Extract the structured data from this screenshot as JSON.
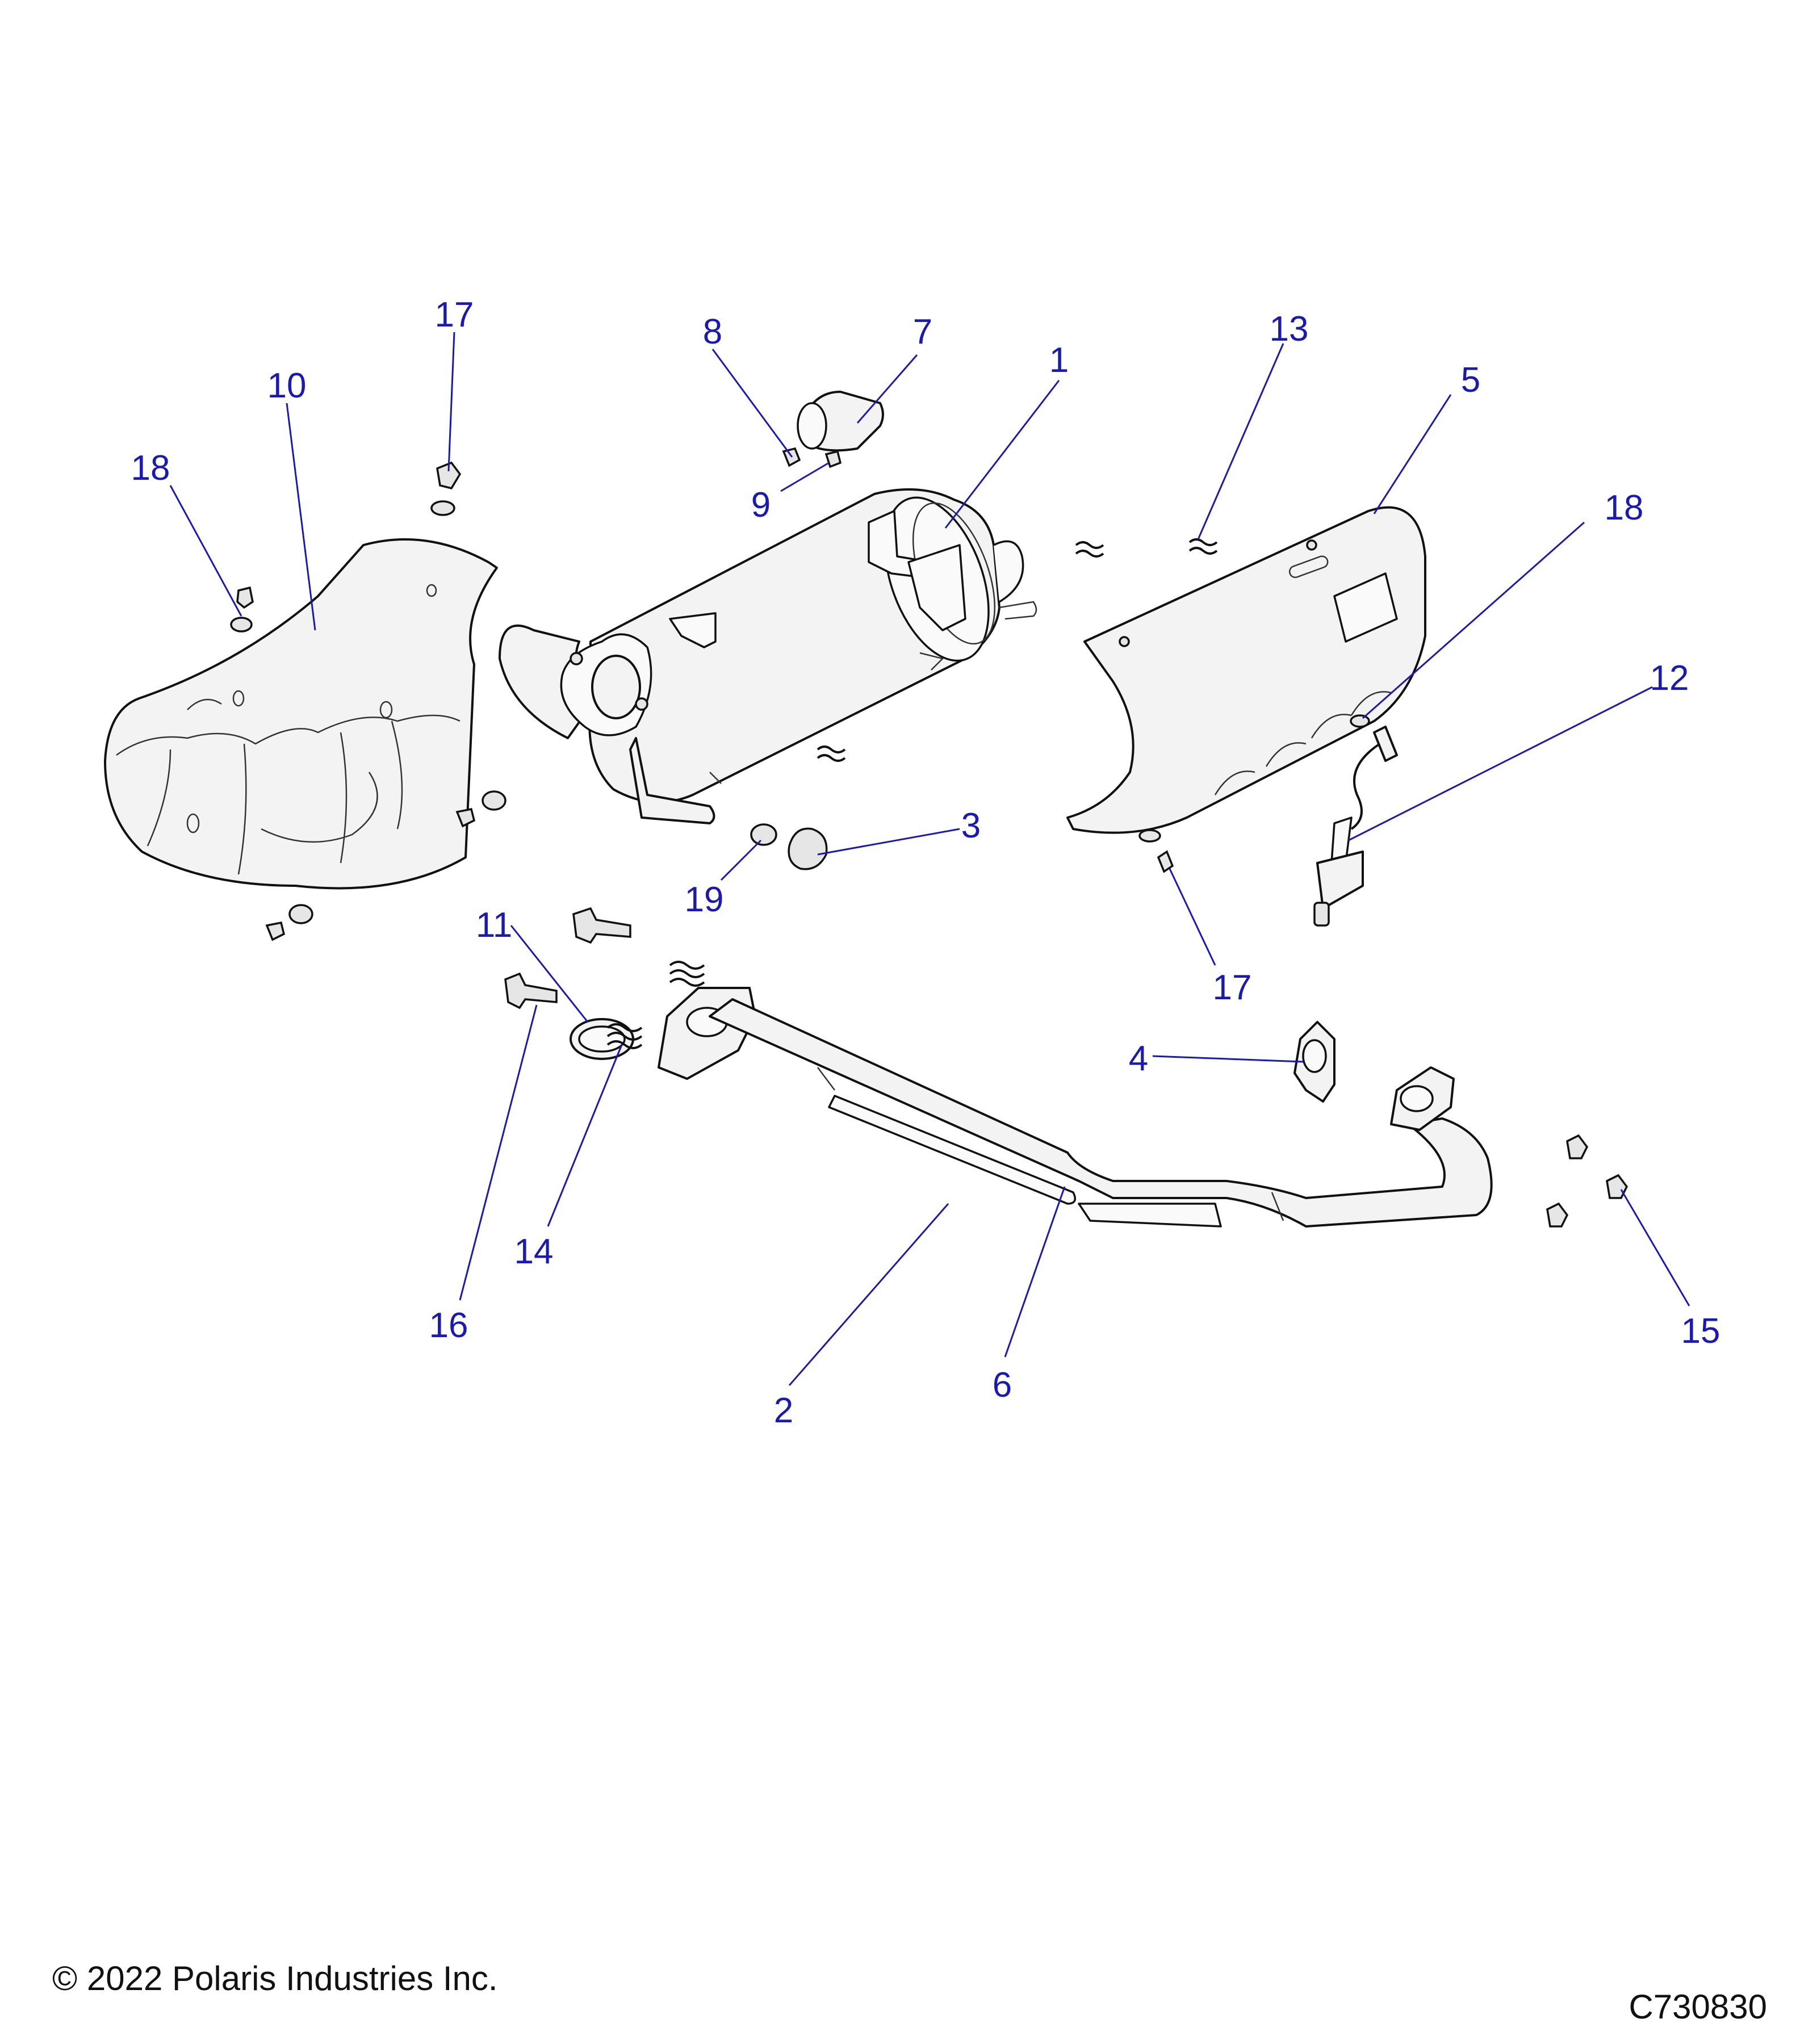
{
  "callouts": [
    {
      "label": "1"
    },
    {
      "label": "2"
    },
    {
      "label": "3"
    },
    {
      "label": "4"
    },
    {
      "label": "5"
    },
    {
      "label": "6"
    },
    {
      "label": "7"
    },
    {
      "label": "8"
    },
    {
      "label": "9"
    },
    {
      "label": "10"
    },
    {
      "label": "11"
    },
    {
      "label": "12"
    },
    {
      "label": "13"
    },
    {
      "label": "14"
    },
    {
      "label": "15"
    },
    {
      "label": "16"
    },
    {
      "label": "17"
    },
    {
      "label": "17"
    },
    {
      "label": "18"
    },
    {
      "label": "18"
    },
    {
      "label": "19"
    }
  ],
  "footer": {
    "copyright": "© 2022 Polaris Industries Inc.",
    "drawing_id": "C730830"
  },
  "colors": {
    "callout": "#1a1ab0",
    "line": "#111111",
    "background": "#ffffff"
  }
}
